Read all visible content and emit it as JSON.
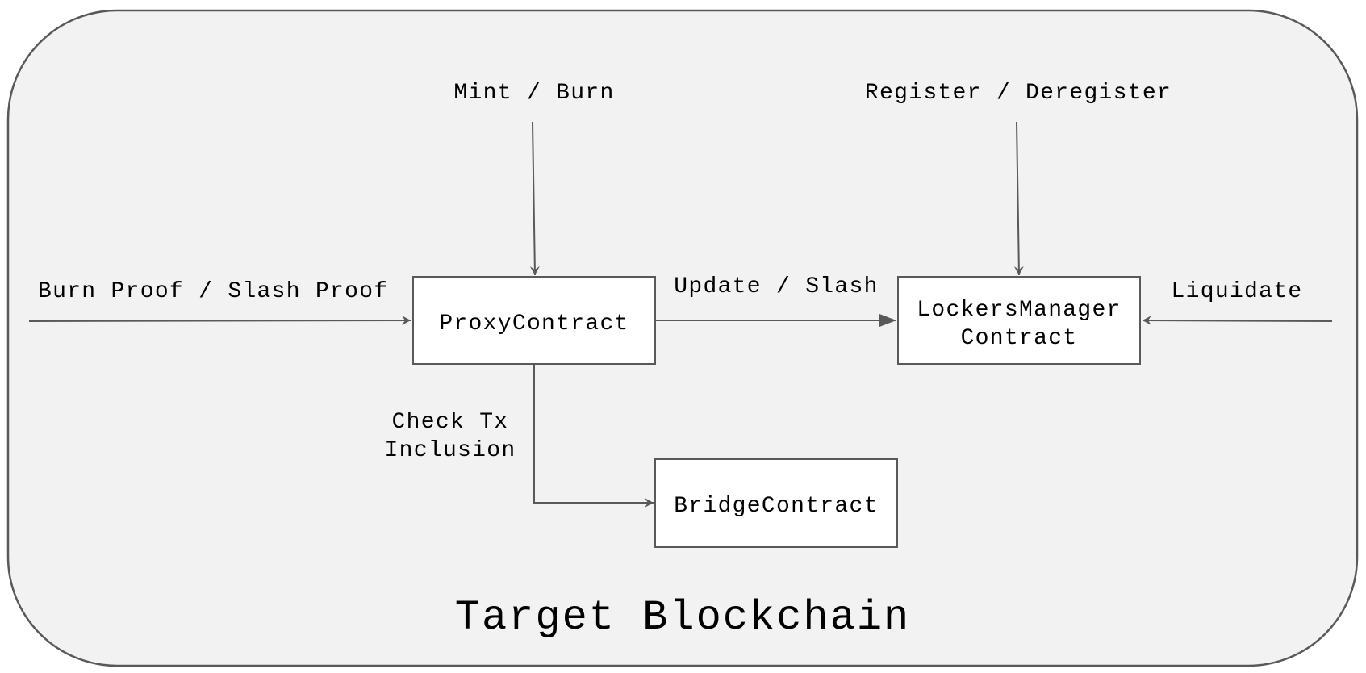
{
  "diagram": {
    "title": "Target Blockchain",
    "nodes": {
      "proxy": {
        "label": "ProxyContract"
      },
      "lockers": {
        "line1": "LockersManager",
        "line2": "Contract"
      },
      "bridge": {
        "label": "BridgeContract"
      }
    },
    "edges": {
      "burn_proof": {
        "label": "Burn Proof / Slash Proof"
      },
      "mint_burn": {
        "label": "Mint / Burn"
      },
      "register": {
        "label": "Register / Deregister"
      },
      "update_slash": {
        "label": "Update / Slash"
      },
      "liquidate": {
        "label": "Liquidate"
      },
      "check_tx": {
        "line1": "Check Tx",
        "line2": "Inclusion"
      }
    },
    "colors": {
      "background": "#f2f2f2",
      "stroke": "#595959",
      "box_fill": "#ffffff",
      "text": "#000000"
    }
  }
}
